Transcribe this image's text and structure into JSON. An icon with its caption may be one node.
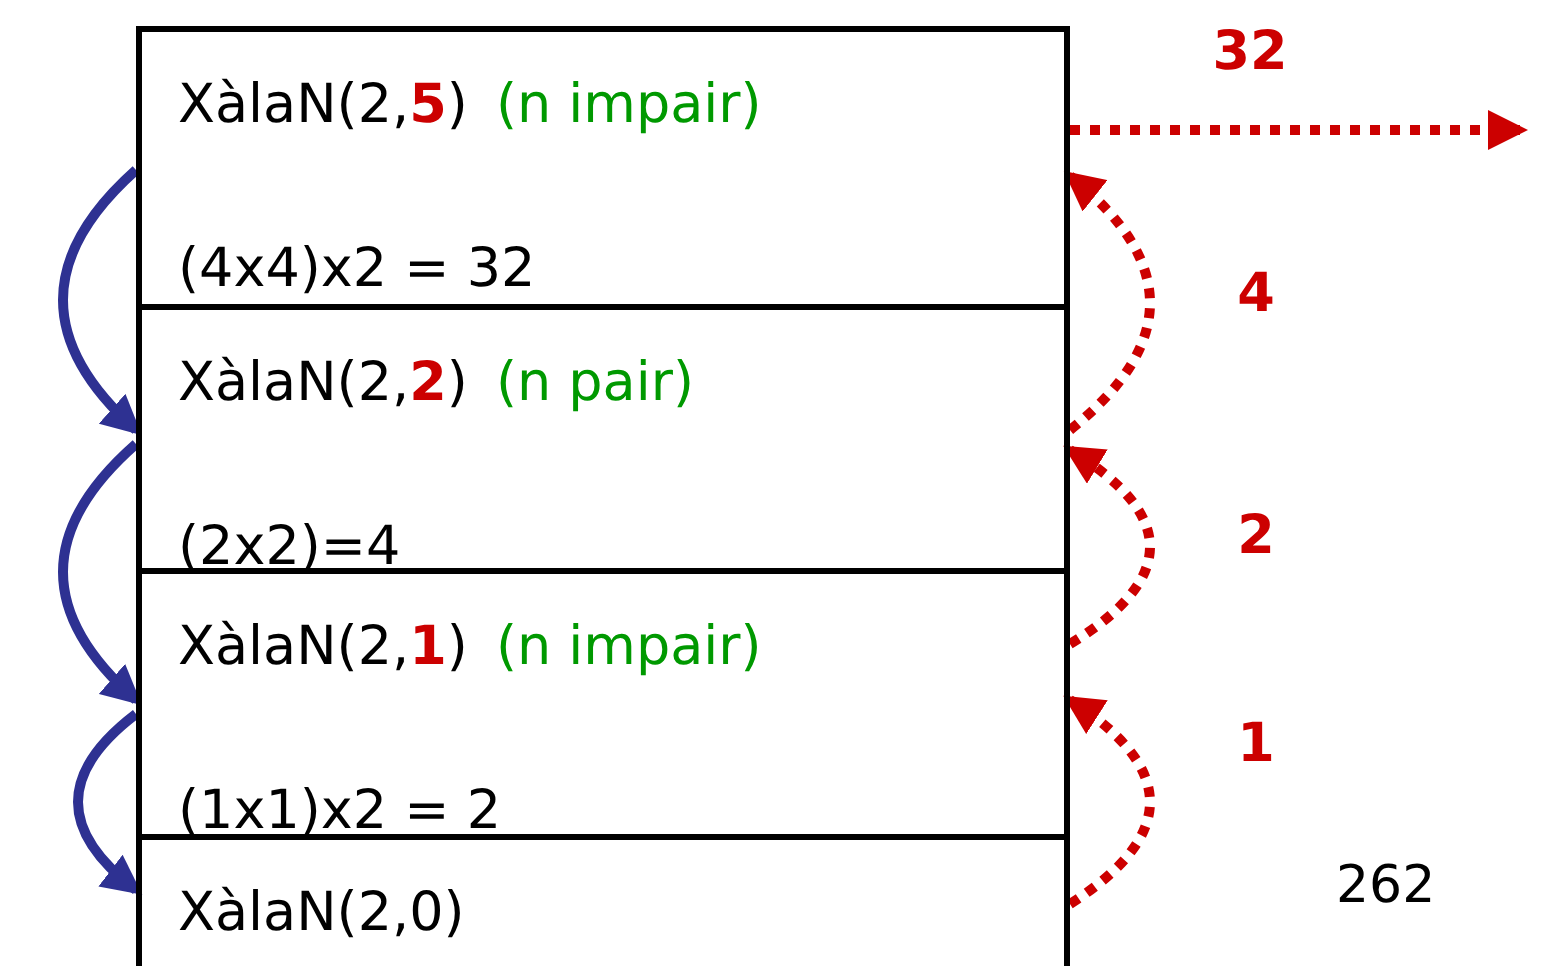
{
  "diagram": {
    "nodes": [
      {
        "text": [
          "XàlaN(2,**5**)",
          "(n impair)",
          "(4x4)x2 = 32"
        ]
      },
      {
        "text": [
          "XàlaN(2,**2**)",
          "(n pair)",
          "(2x2)=4"
        ]
      },
      {
        "text": [
          "XàlaN(2,**1**)",
          "(n impair)",
          "(1x1)x2 = 2"
        ]
      },
      {
        "text": [
          "XàlaN(2,0)"
        ]
      }
    ],
    "edges": [
      {
        "from": 0,
        "to": 1,
        "arrow": "to",
        "color": "#2e3192"
      },
      {
        "from": 1,
        "to": 2,
        "arrow": "to",
        "color": "#2e3192"
      },
      {
        "from": 2,
        "to": 3,
        "arrow": "to",
        "color": "#2e3192"
      },
      {
        "from": 3,
        "to": 2,
        "arrow": "to",
        "style": "dashed",
        "label": "1"
      },
      {
        "from": 2,
        "to": 1,
        "arrow": "to",
        "style": "dashed",
        "label": "2"
      },
      {
        "from": 1,
        "to": 0,
        "arrow": "to",
        "style": "dashed",
        "label": "4"
      },
      {
        "from": 0,
        "to": null,
        "arrow": "to",
        "style": "dashed",
        "label": "32"
      }
    ],
    "labels": [
      "262"
    ]
  }
}
